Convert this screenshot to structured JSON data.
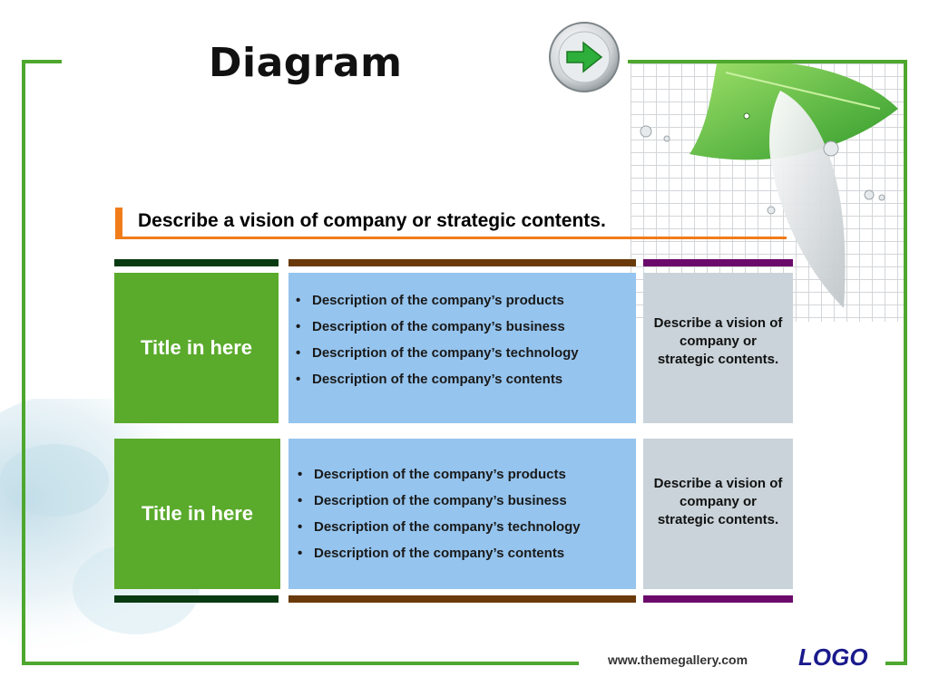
{
  "slide": {
    "title": "Diagram",
    "subtitle": "Describe a vision of company or strategic contents.",
    "footer_url": "www.themegallery.com",
    "logo": "LOGO",
    "arrow_icon": "right-arrow-icon"
  },
  "rows": [
    {
      "title": "Title in here",
      "bullets": [
        "Description of the company’s products",
        "Description of the company’s business",
        "Description of the company’s technology",
        "Description of the company’s contents"
      ],
      "side_text": "Describe a vision of company or strategic contents."
    },
    {
      "title": "Title in here",
      "bullets": [
        "Description of the company’s products",
        "Description of the company’s business",
        "Description of the company’s technology",
        "Description of the company’s contents"
      ],
      "side_text": "Describe a vision of company or strategic contents."
    }
  ],
  "colors": {
    "frame": "#4ea72e",
    "accent": "#f07c1a",
    "title_cell": "#5aaa2c",
    "desc_cell": "#95c4ee",
    "side_cell": "#c9d3d9",
    "bar_dark_green": "#0a3a12",
    "bar_brown": "#6a3a0a",
    "bar_purple": "#6b0a6b"
  }
}
